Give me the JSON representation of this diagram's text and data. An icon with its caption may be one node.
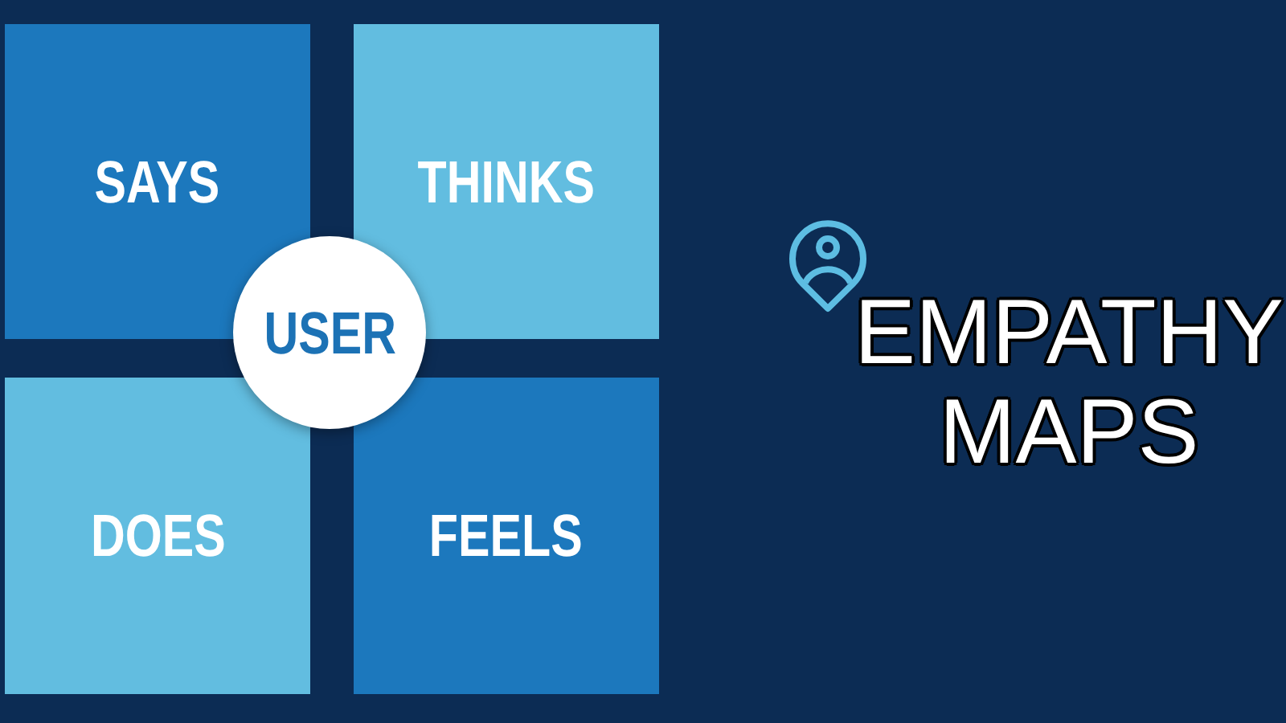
{
  "diagram": {
    "title": "EMPATHY MAPS",
    "nodes": [
      {
        "text": [
          "SAYS"
        ]
      },
      {
        "text": [
          "THINKS"
        ]
      },
      {
        "text": [
          "USER"
        ]
      },
      {
        "text": [
          "DOES"
        ]
      },
      {
        "text": [
          "FEELS"
        ]
      }
    ]
  }
}
